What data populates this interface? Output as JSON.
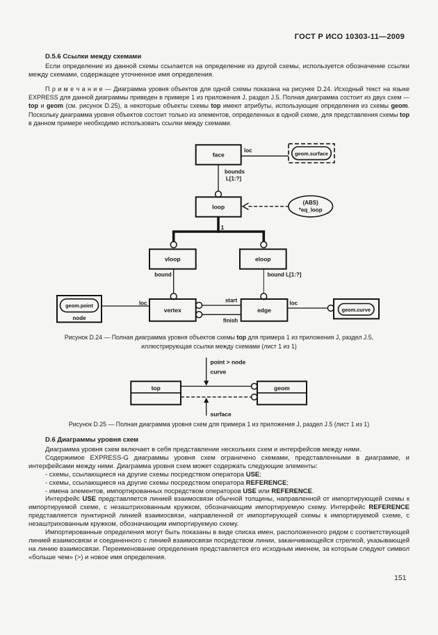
{
  "header": {
    "standard": "ГОСТ Р ИСО 10303-11—2009"
  },
  "footer": {
    "page_number": "151"
  },
  "section_d56": {
    "heading": "D.5.6 Ссылки между схемами",
    "para1": [
      {
        "t": "Если определение из данной схемы ссылается на определение из другой схемы, используется обозначение ссылки между схемами, содержащее уточненное имя определения."
      }
    ],
    "note": [
      {
        "t": "П р и м е ч а н и е — Диаграмма уровня объектов для одной схемы показана на рисунке D.24. Исходный текст на языке EXPRESS для данной диаграммы приведен в примере 1 из приложения J, раздел J.5. Полная диаграмма состоит из двух схем — "
      },
      {
        "t": "top",
        "b": true
      },
      {
        "t": " и "
      },
      {
        "t": "geom",
        "b": true
      },
      {
        "t": " (см. рисунок D.25), а некоторые объекты схемы "
      },
      {
        "t": "top",
        "b": true
      },
      {
        "t": " имеют атрибуты, использующие определения из схемы "
      },
      {
        "t": "geom",
        "b": true
      },
      {
        "t": ". Поскольку диаграмма уровня объектов состоит только из элементов, определенных в одной схеме, для представления схемы "
      },
      {
        "t": "top",
        "b": true
      },
      {
        "t": " в данном примере необходимо использовать ссылки между схемами."
      }
    ]
  },
  "figure24": {
    "caption_line1": [
      {
        "t": "Рисунок D.24 — Полная диаграмма уровня объектов схемы "
      },
      {
        "t": "top",
        "b": true
      },
      {
        "t": " для примера 1 из приложения J, раздел J.5,"
      }
    ],
    "caption_line2": "иллюстрирующая ссылки между схемами (лист 1 из 1)",
    "labels": {
      "face": "face",
      "loop": "loop",
      "vloop": "vloop",
      "eloop": "eloop",
      "vertex": "vertex",
      "edge": "edge",
      "geom_surface": "geom.surface",
      "geom_point": "geom.point",
      "geom_curve": "geom.curve",
      "node_rename": "node",
      "abs": "(ABS)",
      "eq_loop": "*eq_loop",
      "loc_face": "loc",
      "loc_vertex": "loc",
      "loc_edge": "loc",
      "bounds": "bounds",
      "bounds_card": "L[1:?]",
      "one": "1",
      "bound_vloop": "bound",
      "bound_eloop": "bound L[1:?]",
      "start": "start",
      "finish": "finish"
    }
  },
  "figure25": {
    "caption": "Рисунок D.25 — Полная диаграмма уровня схем для примера 1 из приложения J, раздел J.5 (лист 1 из 1)",
    "labels": {
      "top_schema": "top",
      "geom_schema": "geom",
      "use_rename": "point > node",
      "use_item": "curve",
      "ref_item": "surface"
    }
  },
  "section_d6": {
    "heading": "D.6 Диаграммы уровня схем",
    "para1": [
      {
        "t": "Диаграмма уровня схем включает в себя представление нескольких схем и интерфейсов между ними."
      }
    ],
    "para2": [
      {
        "t": "Содержимое EXPRESS-G диаграммы уровня схем ограничено схемами, представленными в диаграмме, и интерфейсами между ними. Диаграмма уровня схем может содержать следующие элементы:"
      }
    ],
    "bullets": [
      [
        {
          "t": "- схемы, ссылающиеся на другие схемы посредством оператора "
        },
        {
          "t": "USE",
          "b": true
        },
        {
          "t": ";"
        }
      ],
      [
        {
          "t": "- схемы, ссылающиеся на другие схемы посредством оператора "
        },
        {
          "t": "REFERENCE",
          "b": true
        },
        {
          "t": ";"
        }
      ],
      [
        {
          "t": "- имена элементов, импортированных посредством операторов "
        },
        {
          "t": "USE",
          "b": true
        },
        {
          "t": " или "
        },
        {
          "t": "REFERENCE",
          "b": true
        },
        {
          "t": "."
        }
      ]
    ],
    "para3": [
      {
        "t": "Интерфейс "
      },
      {
        "t": "USE",
        "b": true
      },
      {
        "t": " представляется линией взаимосвязи обычной толщины, направленной от импортирующей схемы к импортируемой схеме, с незаштрихованным кружком, обозначающим импортируемую схему. Интерфейс "
      },
      {
        "t": "REFERENCE",
        "b": true
      },
      {
        "t": " представляется пунктирной линией взаимосвязи, направленной от импортирующей схемы к импортируемой схеме, с незаштрихованным кружком, обозначающим импортируемую схему."
      }
    ],
    "para4": [
      {
        "t": "Импортированные определения могут быть показаны в виде списка имен, расположенного рядом с соответствующей линией взаимосвязи и соединенного с линией взаимосвязи посредством линии, заканчивающейся стрелкой, указывающей на линию взаимосвязи. Переименование определения представляется его исходным именем, за которым следуют символ «больше чем» (>) и новое имя определения."
      }
    ]
  }
}
